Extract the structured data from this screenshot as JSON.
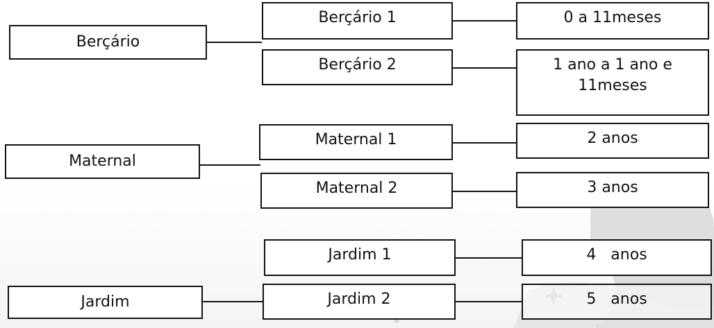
{
  "groups": [
    {
      "name": "Berçário",
      "classes": [
        {
          "name": "Berçário 1",
          "age": "0 a 11meses"
        },
        {
          "name": "Berçário 2",
          "age": "1 ano a 1 ano e 11meses"
        }
      ]
    },
    {
      "name": "Maternal",
      "classes": [
        {
          "name": "Maternal 1",
          "age": "2 anos"
        },
        {
          "name": "Maternal 2",
          "age": "3 anos"
        }
      ]
    },
    {
      "name": "Jardim",
      "classes": [
        {
          "name": "Jardim 1",
          "age": "4   anos"
        },
        {
          "name": "Jardim 2",
          "age": "5   anos"
        }
      ]
    }
  ],
  "colors": {
    "border": "#111111",
    "background": "#ffffff",
    "decor": "#cfcfcf"
  }
}
